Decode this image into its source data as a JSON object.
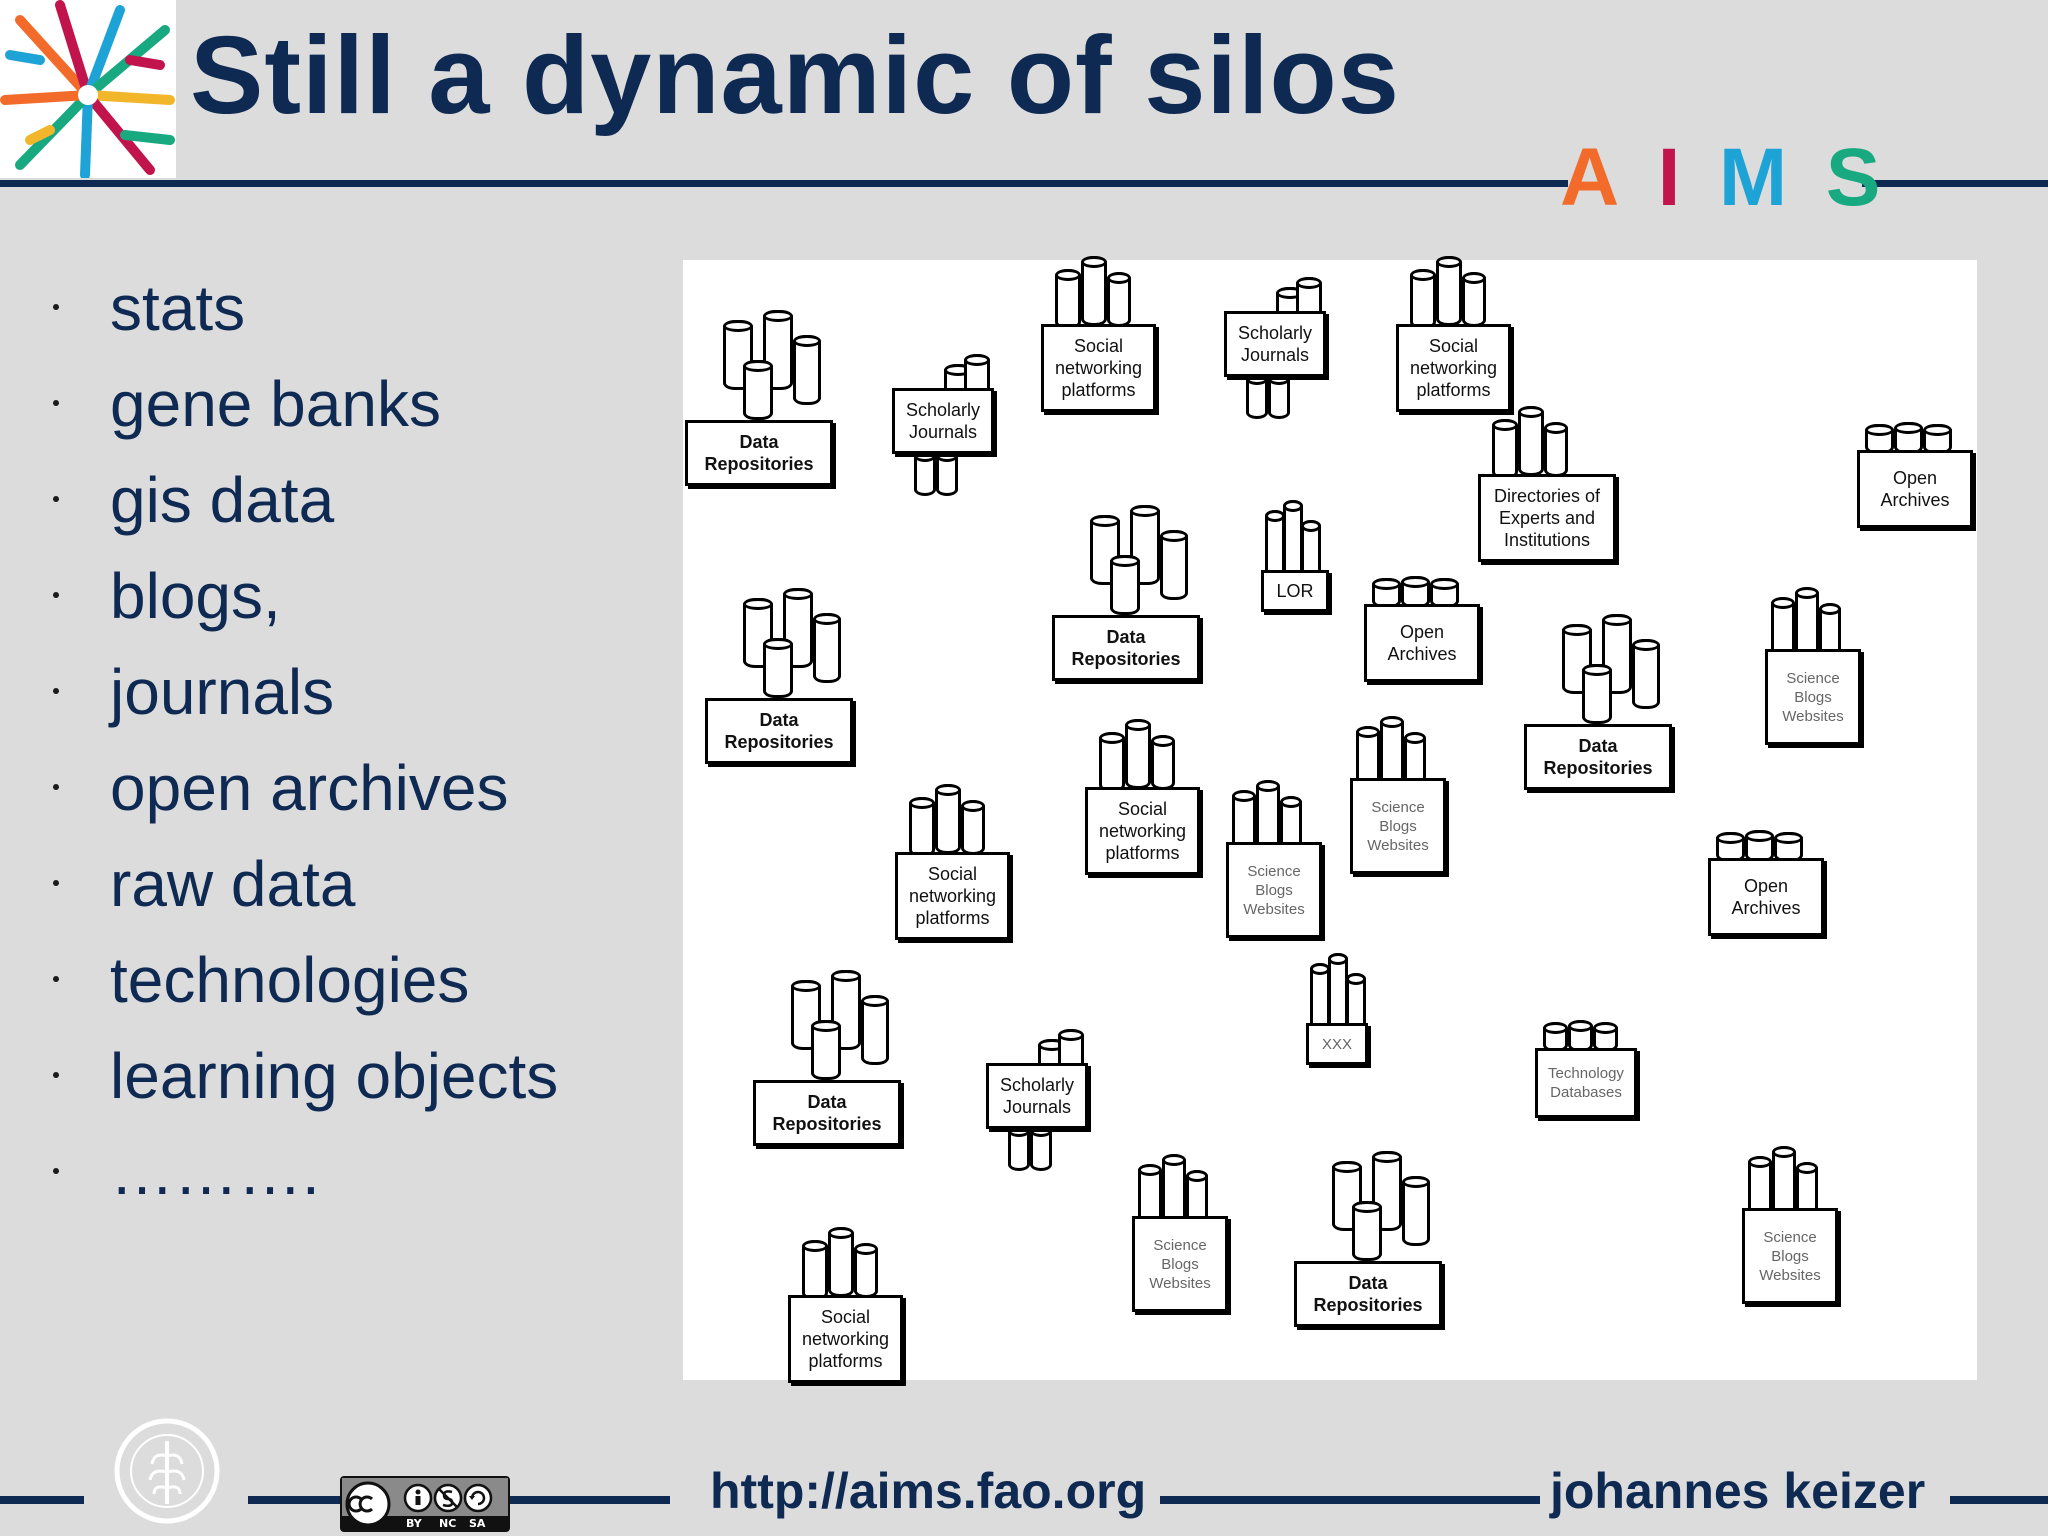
{
  "title": "Still a dynamic of silos",
  "brand": {
    "letters": [
      {
        "char": "A",
        "color": "#f26b2a"
      },
      {
        "char": "I",
        "color": "#c1144d"
      },
      {
        "char": "M",
        "color": "#1ea3d7"
      },
      {
        "char": "S",
        "color": "#18a981"
      }
    ],
    "navy": "#0f2a52"
  },
  "bullets": [
    "stats",
    "gene banks",
    "gis data",
    "blogs,",
    "journals",
    "open archives",
    "raw data",
    "technologies",
    "learning objects",
    "………."
  ],
  "diagram": {
    "silos": [
      {
        "label": "Data Repositories",
        "style": "bold"
      },
      {
        "label": "Scholarly Journals",
        "style": "normal"
      },
      {
        "label": "Social networking platforms",
        "style": "normal"
      },
      {
        "label": "Scholarly Journals",
        "style": "normal"
      },
      {
        "label": "Social networking platforms",
        "style": "normal"
      },
      {
        "label": "Directories of Experts and Institutions",
        "style": "normal"
      },
      {
        "label": "Open Archives",
        "style": "normal"
      },
      {
        "label": "Data Repositories",
        "style": "bold"
      },
      {
        "label": "Data Repositories",
        "style": "bold"
      },
      {
        "label": "LOR",
        "style": "normal"
      },
      {
        "label": "Open Archives",
        "style": "normal"
      },
      {
        "label": "Data Repositories",
        "style": "bold"
      },
      {
        "label": "Science Blogs Websites",
        "style": "gray"
      },
      {
        "label": "Social networking platforms",
        "style": "normal"
      },
      {
        "label": "Social networking platforms",
        "style": "normal"
      },
      {
        "label": "Science Blogs Websites",
        "style": "gray"
      },
      {
        "label": "Science Blogs Websites",
        "style": "gray"
      },
      {
        "label": "Open Archives",
        "style": "normal"
      },
      {
        "label": "Data Repositories",
        "style": "bold"
      },
      {
        "label": "Scholarly Journals",
        "style": "normal"
      },
      {
        "label": "XXX",
        "style": "gray"
      },
      {
        "label": "Technology Databases",
        "style": "gray"
      },
      {
        "label": "Science Blogs Websites",
        "style": "gray"
      },
      {
        "label": "Data Repositories",
        "style": "bold"
      },
      {
        "label": "Science Blogs Websites",
        "style": "gray"
      },
      {
        "label": "Social networking platforms",
        "style": "normal"
      }
    ]
  },
  "footer": {
    "url": "http://aims.fao.org",
    "author": "johannes keizer",
    "cc_terms": [
      "BY",
      "NC",
      "SA"
    ]
  }
}
